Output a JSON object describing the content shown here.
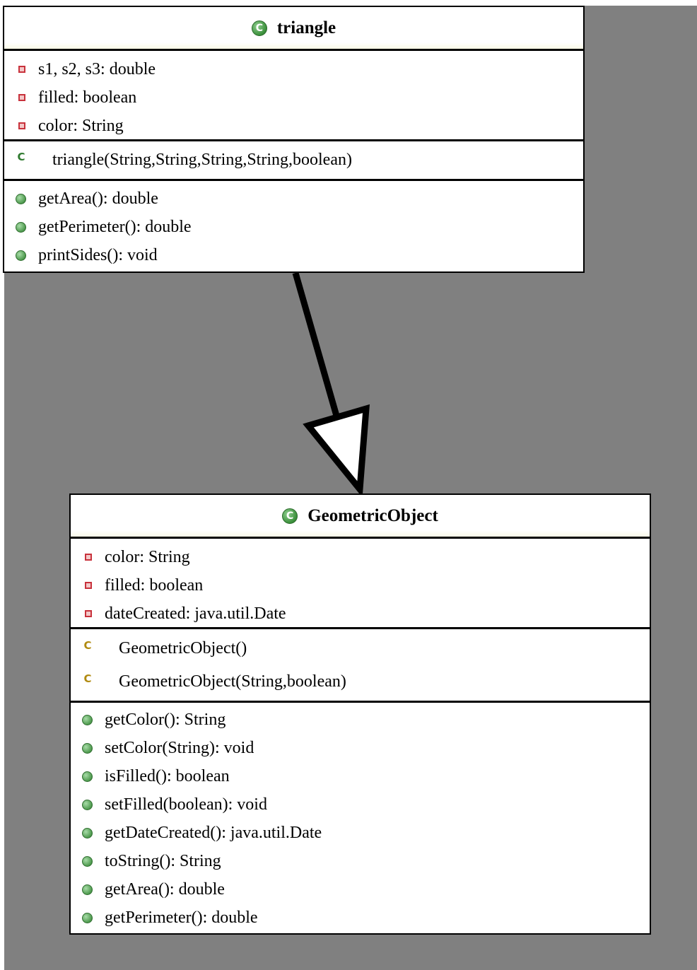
{
  "classes": {
    "triangle": {
      "name": "triangle",
      "icon": "class-icon",
      "icon_glyph": "C",
      "fields": [
        "s1, s2, s3: double",
        "filled: boolean",
        "color: String"
      ],
      "constructors": [
        "triangle(String,String,String,String,boolean)"
      ],
      "methods": [
        "getArea(): double",
        "getPerimeter(): double",
        "printSides(): void"
      ]
    },
    "geometric_object": {
      "name": "GeometricObject",
      "icon": "class-icon",
      "icon_glyph": "C",
      "fields": [
        "color: String",
        "filled: boolean",
        "dateCreated: java.util.Date"
      ],
      "constructors": [
        "GeometricObject()",
        "GeometricObject(String,boolean)"
      ],
      "methods": [
        "getColor(): String",
        "setColor(String): void",
        "isFilled(): boolean",
        "setFilled(boolean): void",
        "getDateCreated(): java.util.Date",
        "toString(): String",
        "getArea(): double",
        "getPerimeter(): double"
      ]
    }
  },
  "relation": {
    "type": "generalization",
    "from": "triangle",
    "to": "GeometricObject"
  },
  "colors": {
    "canvas": "#808080",
    "box": "#ffffff",
    "field_icon": "#c8323c",
    "method_icon": "#4e9a4e",
    "protected_icon": "#b08a10"
  },
  "icons": {
    "field": "private-field-icon",
    "method": "public-method-icon",
    "constructor_public": "public-constructor-icon",
    "constructor_protected": "protected-constructor-icon"
  }
}
